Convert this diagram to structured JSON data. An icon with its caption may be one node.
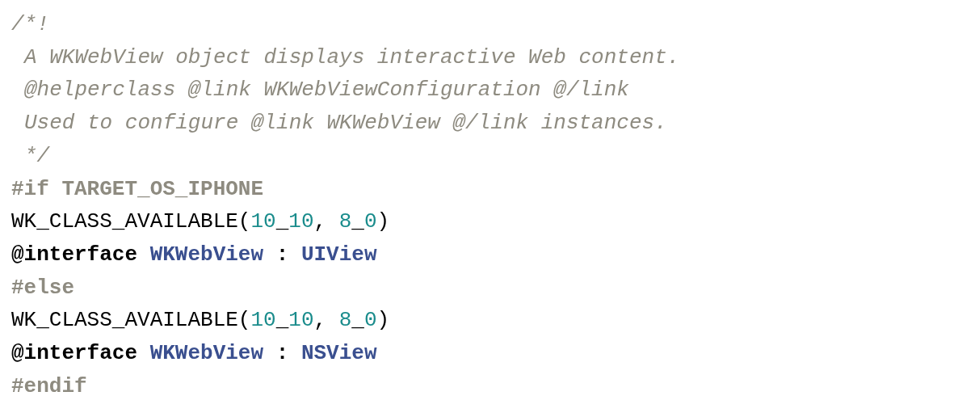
{
  "diagram": {
    "labels": [
      "/*!",
      "A WKWebView object displays interactive Web content.",
      "@helperclass @link WKWebViewConfiguration @/link",
      "Used to configure @link WKWebView @/link instances.",
      "*/",
      "#if TARGET_OS_IPHONE",
      "WK_CLASS_AVAILABLE(10_10, 8_0)",
      "@interface WKWebView : UIView",
      "#else",
      "WK_CLASS_AVAILABLE(10_10, 8_0)",
      "@interface WKWebView : NSView",
      "#endif"
    ]
  }
}
